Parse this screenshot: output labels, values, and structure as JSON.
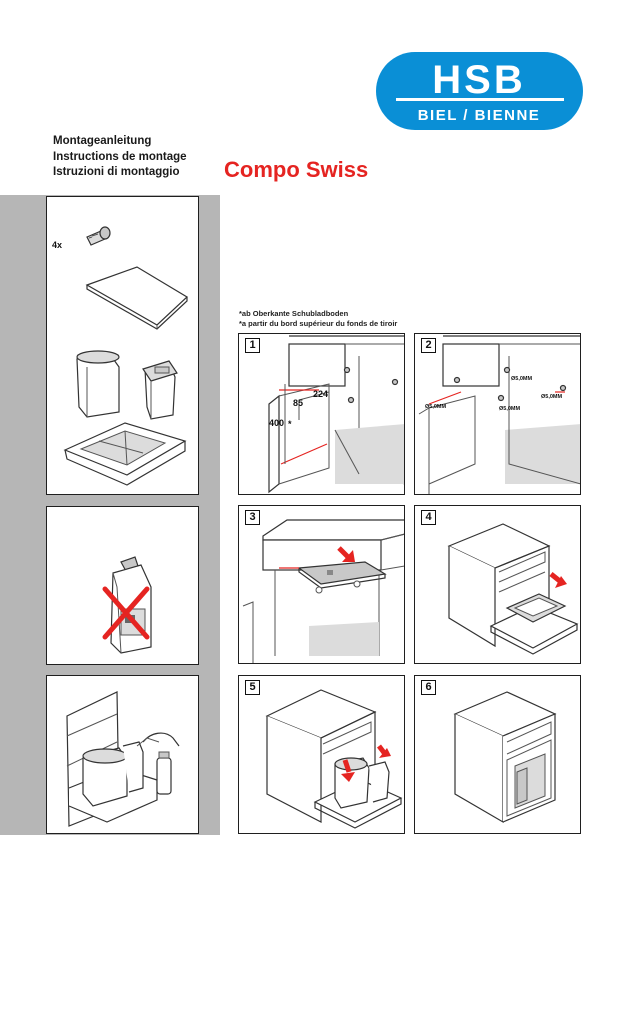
{
  "header": {
    "logo_text": "HSB",
    "logo_subtext": "BIEL / BIENNE",
    "brand_color": "#0a8fd6",
    "titles": [
      "Montageanleitung",
      "Instructions de montage",
      "Istruzioni di montaggio"
    ],
    "product_name": "Compo Swiss",
    "product_color": "#e52421"
  },
  "notes": [
    "*ab Oberkante Schubladboden",
    "*a partir du bord supérieur du fonds de tiroir"
  ],
  "parts": {
    "screw_count": "4x"
  },
  "steps": [
    {
      "number": "1",
      "dimensions": [
        "224",
        "85",
        "400",
        "*"
      ]
    },
    {
      "number": "2",
      "hole_labels": [
        "Ø5,0MM",
        "Ø5,0MM",
        "Ø5,0MM",
        "Ø5,0MM"
      ]
    },
    {
      "number": "3"
    },
    {
      "number": "4"
    },
    {
      "number": "5"
    },
    {
      "number": "6"
    }
  ]
}
